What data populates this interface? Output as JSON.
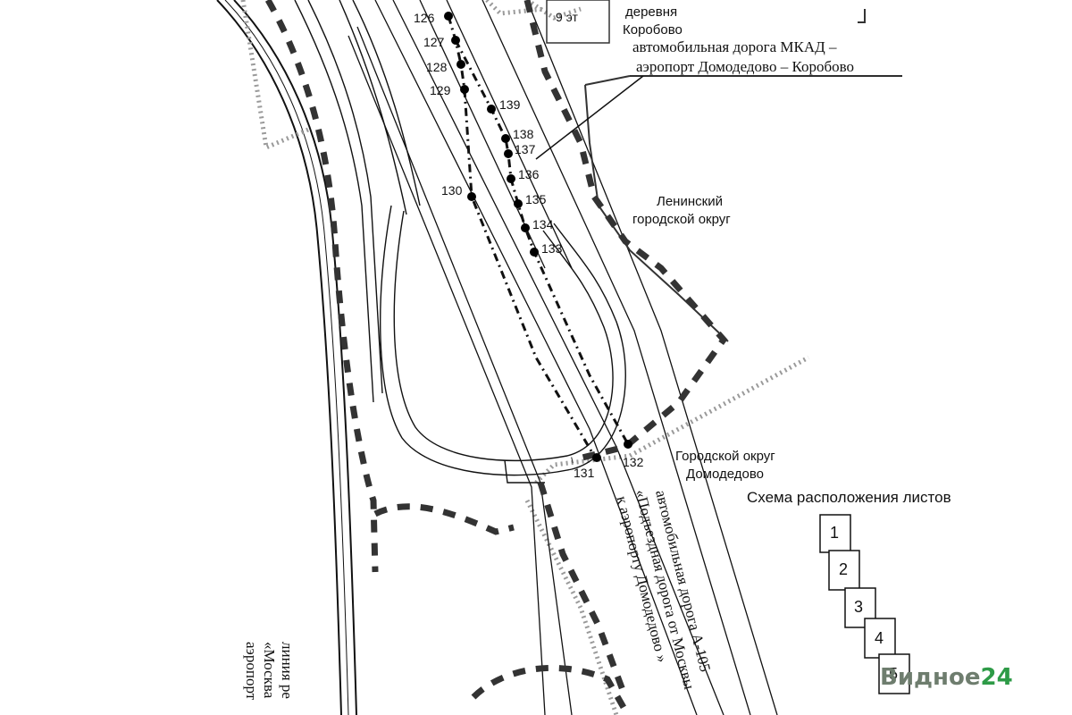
{
  "labels": {
    "village_line1": "деревня",
    "village_line2": "Коробово",
    "road_mkad_line1": "автомобильная дорога МКАД –",
    "road_mkad_line2": "аэропорт Домодедово – Коробово",
    "leninsky_line1": "Ленинский",
    "leninsky_line2": "городской округ",
    "domodedovo_line1": "Городской округ",
    "domodedovo_line2": "Домодедово",
    "building_note": "9 эт",
    "road_a105_line1": "автомобильная дорога А-105",
    "road_a105_line2": "«Подъездная дорога от Москвы",
    "road_a105_line3": "к аэропорту Домодедово »",
    "rail_line1": "линия ре",
    "rail_line2": "«Москва",
    "rail_line3": "аэропорт"
  },
  "points": [
    {
      "id": "126",
      "label": "126"
    },
    {
      "id": "127",
      "label": "127"
    },
    {
      "id": "128",
      "label": "128"
    },
    {
      "id": "129",
      "label": "129"
    },
    {
      "id": "130",
      "label": "130"
    },
    {
      "id": "139",
      "label": "139"
    },
    {
      "id": "138",
      "label": "138"
    },
    {
      "id": "137",
      "label": "137"
    },
    {
      "id": "136",
      "label": "136"
    },
    {
      "id": "135",
      "label": "135"
    },
    {
      "id": "134",
      "label": "134"
    },
    {
      "id": "133",
      "label": "133"
    },
    {
      "id": "131",
      "label": "131"
    },
    {
      "id": "132",
      "label": "132"
    }
  ],
  "sheet_layout": {
    "title": "Схема расположения листов",
    "sheets": [
      "1",
      "2",
      "3",
      "4",
      "5"
    ]
  },
  "watermark": {
    "part1": "Видное",
    "part2": "24"
  },
  "colors": {
    "ink": "#111111",
    "boundary_gray": "#9a9a9a",
    "watermark_green": "#2e9b47"
  }
}
